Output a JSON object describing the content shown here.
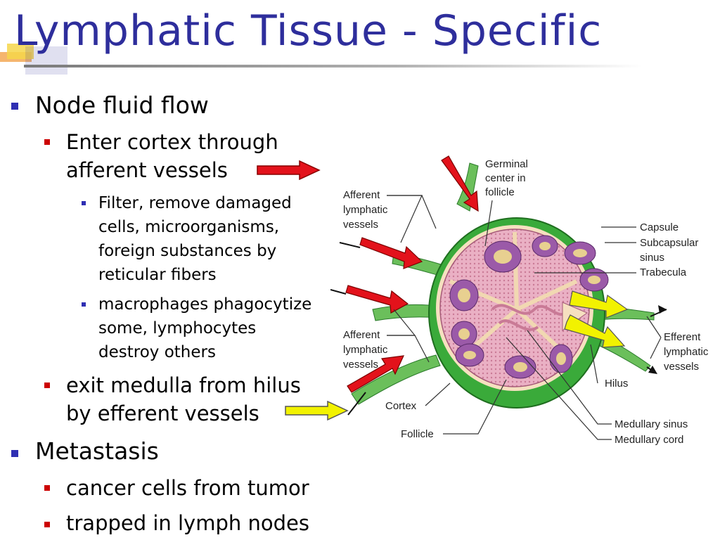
{
  "title": "Lymphatic Tissue - Specific",
  "bullets": {
    "node_fluid_flow": "Node fluid flow",
    "enter_cortex_1": "Enter cortex through",
    "enter_cortex_2": "afferent vessels",
    "filter_1": "Filter, remove damaged",
    "filter_2": "cells, microorganisms,",
    "filter_3": "foreign substances by",
    "filter_4": "reticular fibers",
    "macro_1": "macrophages phagocytize",
    "macro_2": "some, lymphocytes",
    "macro_3": "destroy others",
    "exit_1": "exit medulla from hilus",
    "exit_2": "by efferent vessels",
    "metastasis": "Metastasis",
    "cancer": "cancer cells from tumor",
    "trapped": "trapped in lymph nodes"
  },
  "diagram_labels": {
    "germinal_1": "Germinal",
    "germinal_2": "center in",
    "germinal_3": "follicle",
    "afferent_top_1": "Afferent",
    "afferent_top_2": "lymphatic",
    "afferent_top_3": "vessels",
    "capsule": "Capsule",
    "subcapsular_1": "Subcapsular",
    "subcapsular_2": "sinus",
    "trabecula": "Trabecula",
    "afferent_bot_1": "Afferent",
    "afferent_bot_2": "lymphatic",
    "afferent_bot_3": "vessels",
    "efferent_1": "Efferent",
    "efferent_2": "lymphatic",
    "efferent_3": "vessels",
    "hilus": "Hilus",
    "cortex": "Cortex",
    "follicle": "Follicle",
    "medullary_sinus": "Medullary sinus",
    "medullary_cord": "Medullary cord"
  },
  "colors": {
    "title": "#2e2e9c",
    "afferent_arrow": "#e3121b",
    "efferent_arrow": "#f2f200",
    "node_tissue": "#e7a4b8",
    "capsule_green": "#2fae2f",
    "follicle_purple": "#9b5aa8"
  }
}
